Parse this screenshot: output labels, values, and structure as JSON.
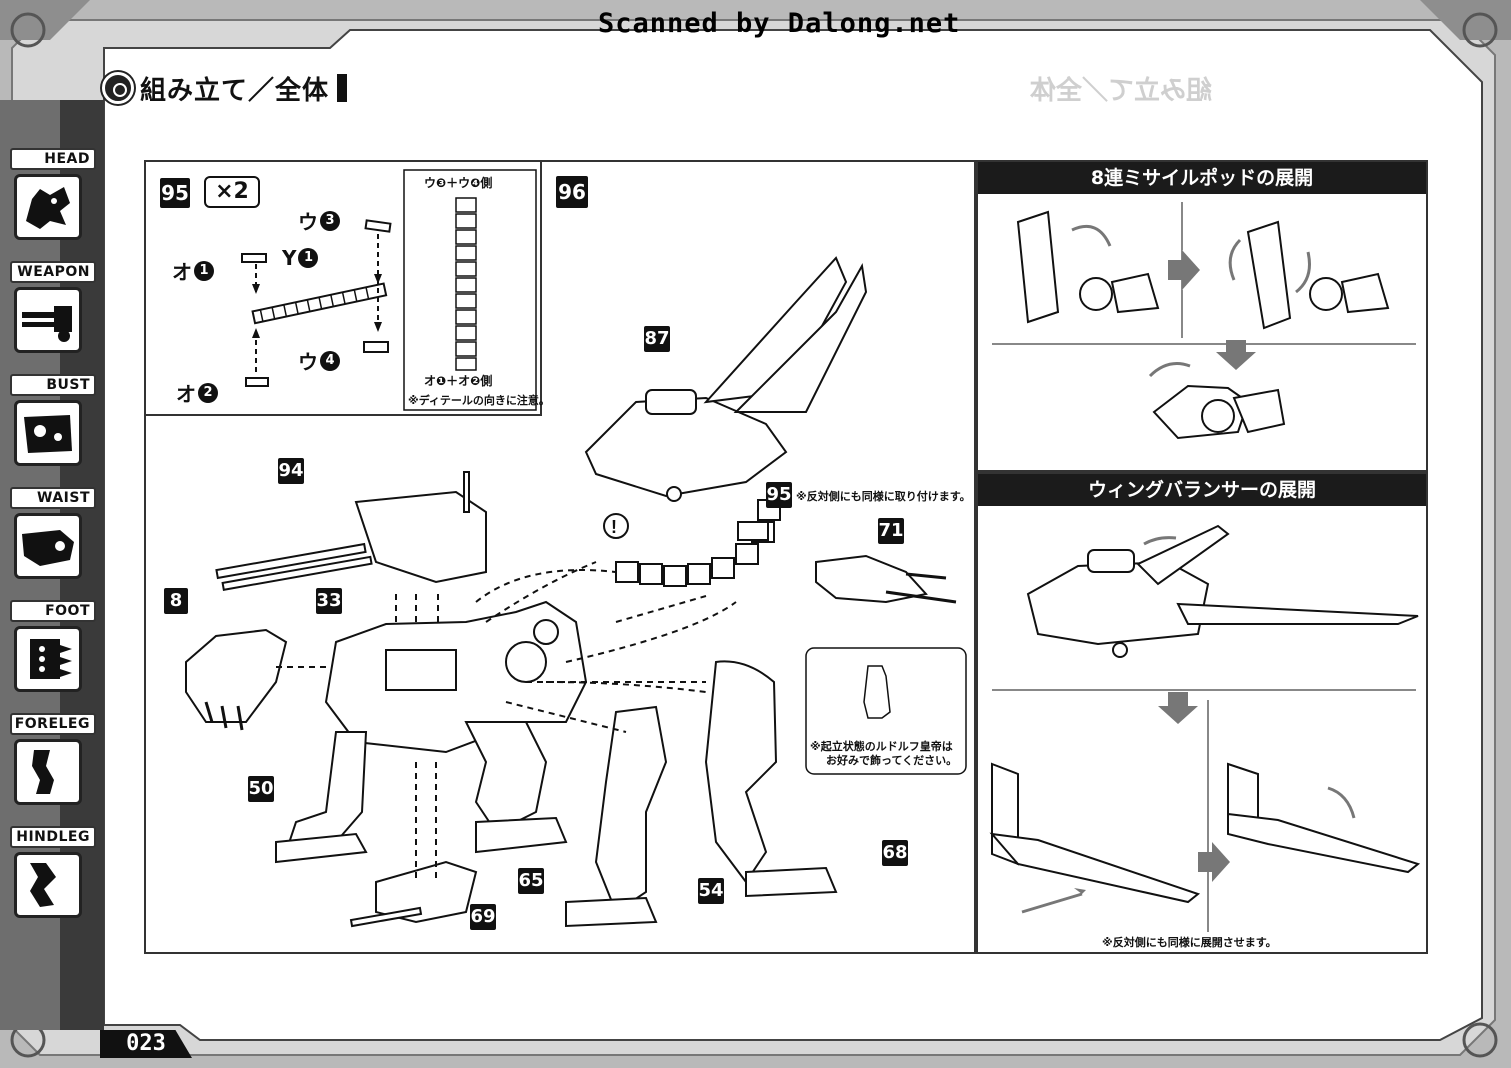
{
  "watermark": "Scanned by Dalong.net",
  "page": {
    "title": "組み立て／全体",
    "number": "023"
  },
  "sidebar": {
    "items": [
      {
        "label": "HEAD",
        "icon": "wolf-head-icon"
      },
      {
        "label": "WEAPON",
        "icon": "cannon-icon"
      },
      {
        "label": "BUST",
        "icon": "torso-icon"
      },
      {
        "label": "WAIST",
        "icon": "waist-icon"
      },
      {
        "label": "FOOT",
        "icon": "claw-foot-icon"
      },
      {
        "label": "FORELEG",
        "icon": "foreleg-icon"
      },
      {
        "label": "HINDLEG",
        "icon": "hindleg-icon"
      }
    ]
  },
  "step95": {
    "badge": "95",
    "multiplier": "×2",
    "parts": {
      "u3": {
        "kana": "ウ",
        "num": "3"
      },
      "o1": {
        "kana": "オ",
        "num": "1"
      },
      "y1": {
        "kana": "Y",
        "num": "1"
      },
      "u4": {
        "kana": "ウ",
        "num": "4"
      },
      "o2": {
        "kana": "オ",
        "num": "2"
      }
    },
    "inset_top": "ウ❸＋ウ❹側",
    "inset_bottom": "オ❶＋オ❷側",
    "inset_note": "※ディテールの向きに注意。"
  },
  "step96": {
    "badge": "96",
    "callouts": [
      "87",
      "94",
      "95",
      "71",
      "8",
      "33",
      "50",
      "65",
      "54",
      "68",
      "69"
    ],
    "note_95": "※反対側にも同様に取り付けます。",
    "figure_note_line1": "※起立状態のルドルフ皇帝は",
    "figure_note_line2": "お好みで飾ってください。"
  },
  "missile_panel": {
    "header": "8連ミサイルポッドの展開"
  },
  "wing_panel": {
    "header": "ウィングバランサーの展開",
    "note": "※反対側にも同様に展開させます。"
  },
  "colors": {
    "ink": "#111111",
    "paper": "#ffffff",
    "frame": "#bdbdbd"
  }
}
